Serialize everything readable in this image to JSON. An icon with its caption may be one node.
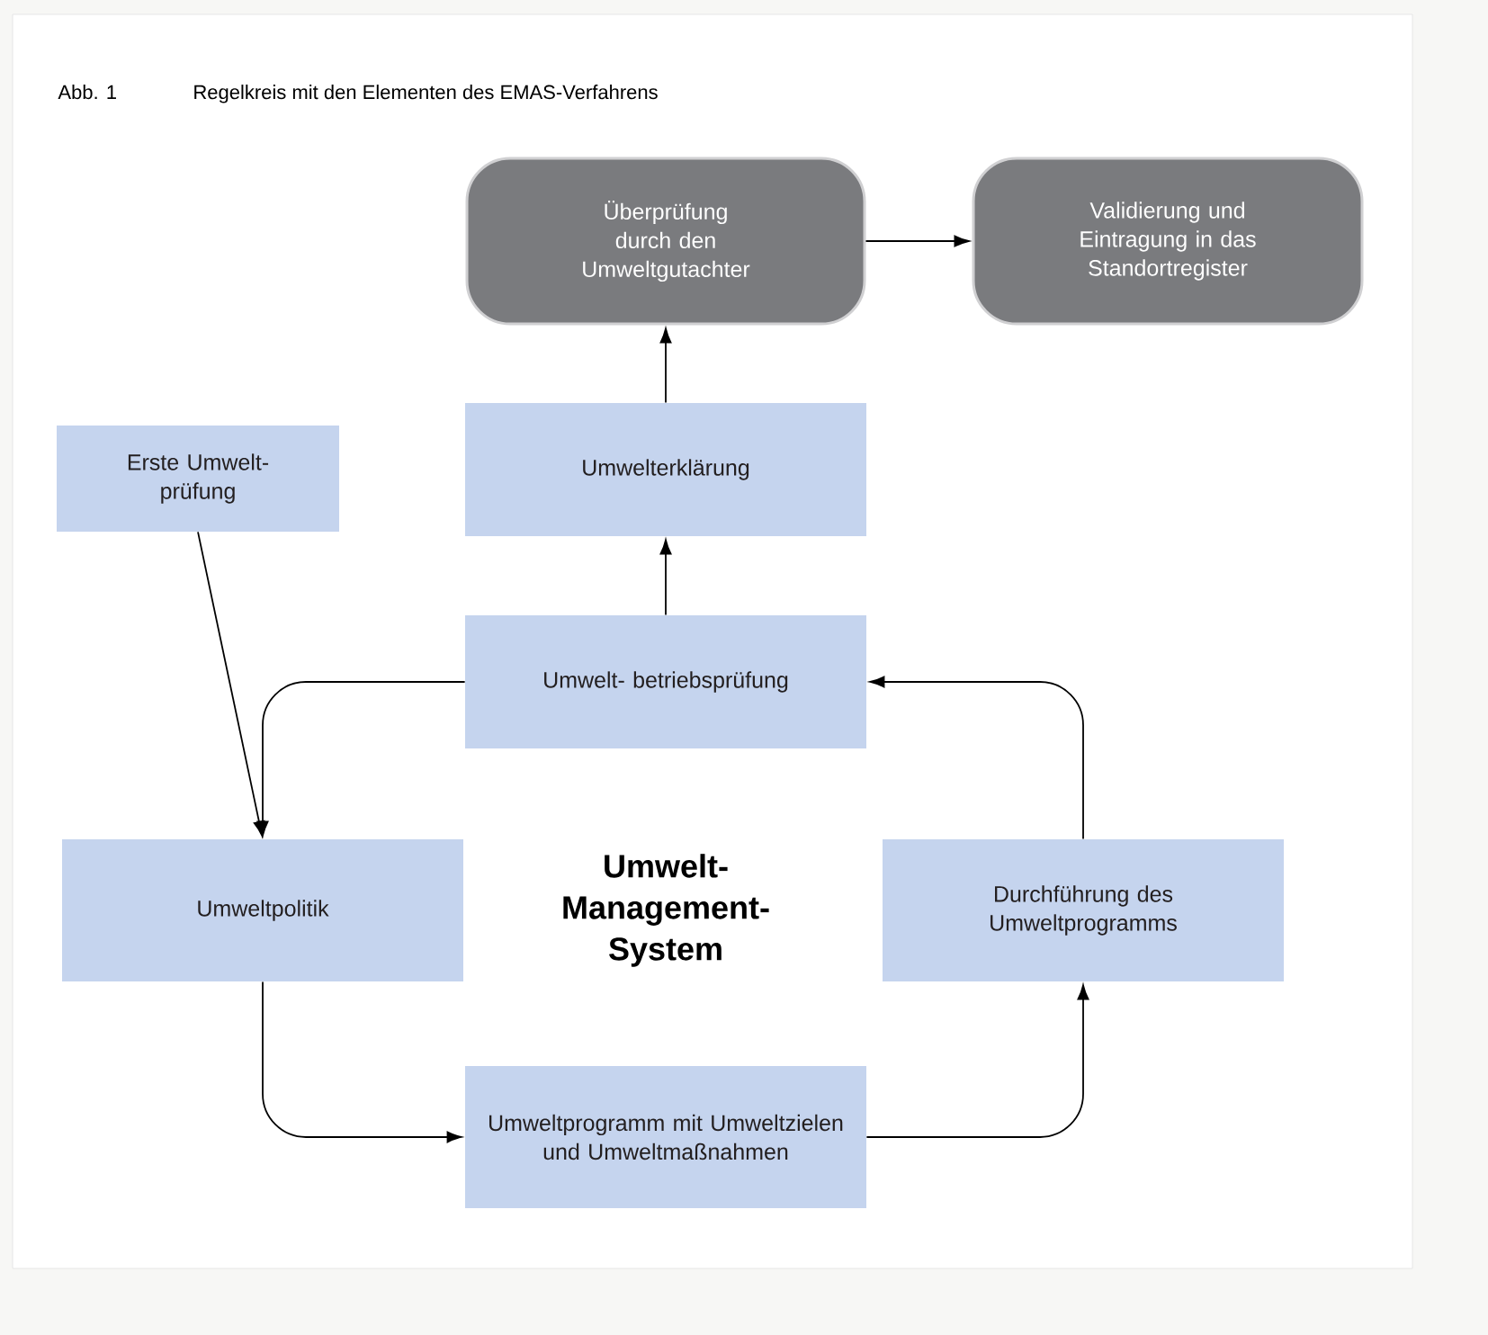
{
  "diagram": {
    "title": "Regelkreis mit den Elementen des EMAS-Verfahrens",
    "nodes": [
      {
        "text": [
          "Überprüfung durch den Umweltgutachter"
        ]
      },
      {
        "text": [
          "Validierung und Eintragung in das Standortregister"
        ]
      },
      {
        "text": [
          "Erste Umwelt- prüfung"
        ]
      },
      {
        "text": [
          "Umwelterklärung"
        ]
      },
      {
        "text": [
          "Umwelt- betriebsprüfung"
        ]
      },
      {
        "text": [
          "Umweltpolitik"
        ]
      },
      {
        "text": [
          "Durchführung des Umweltprogramms"
        ]
      },
      {
        "text": [
          "Umweltprogramm mit Umweltzielen und Umweltmaßnahmen"
        ]
      }
    ],
    "edges": [
      {
        "from": 0,
        "to": 1,
        "arrow": "to"
      },
      {
        "from": 3,
        "to": 0,
        "arrow": "to"
      },
      {
        "from": 4,
        "to": 3,
        "arrow": "to"
      },
      {
        "from": 2,
        "to": 5,
        "arrow": "to"
      },
      {
        "from": 4,
        "to": 5,
        "arrow": "to"
      },
      {
        "from": 5,
        "to": 7,
        "arrow": "to"
      },
      {
        "from": 7,
        "to": 6,
        "arrow": "to"
      },
      {
        "from": 6,
        "to": 4,
        "arrow": "to"
      }
    ],
    "labels": [
      "Abb. 1",
      "Umwelt- Management- System"
    ]
  }
}
